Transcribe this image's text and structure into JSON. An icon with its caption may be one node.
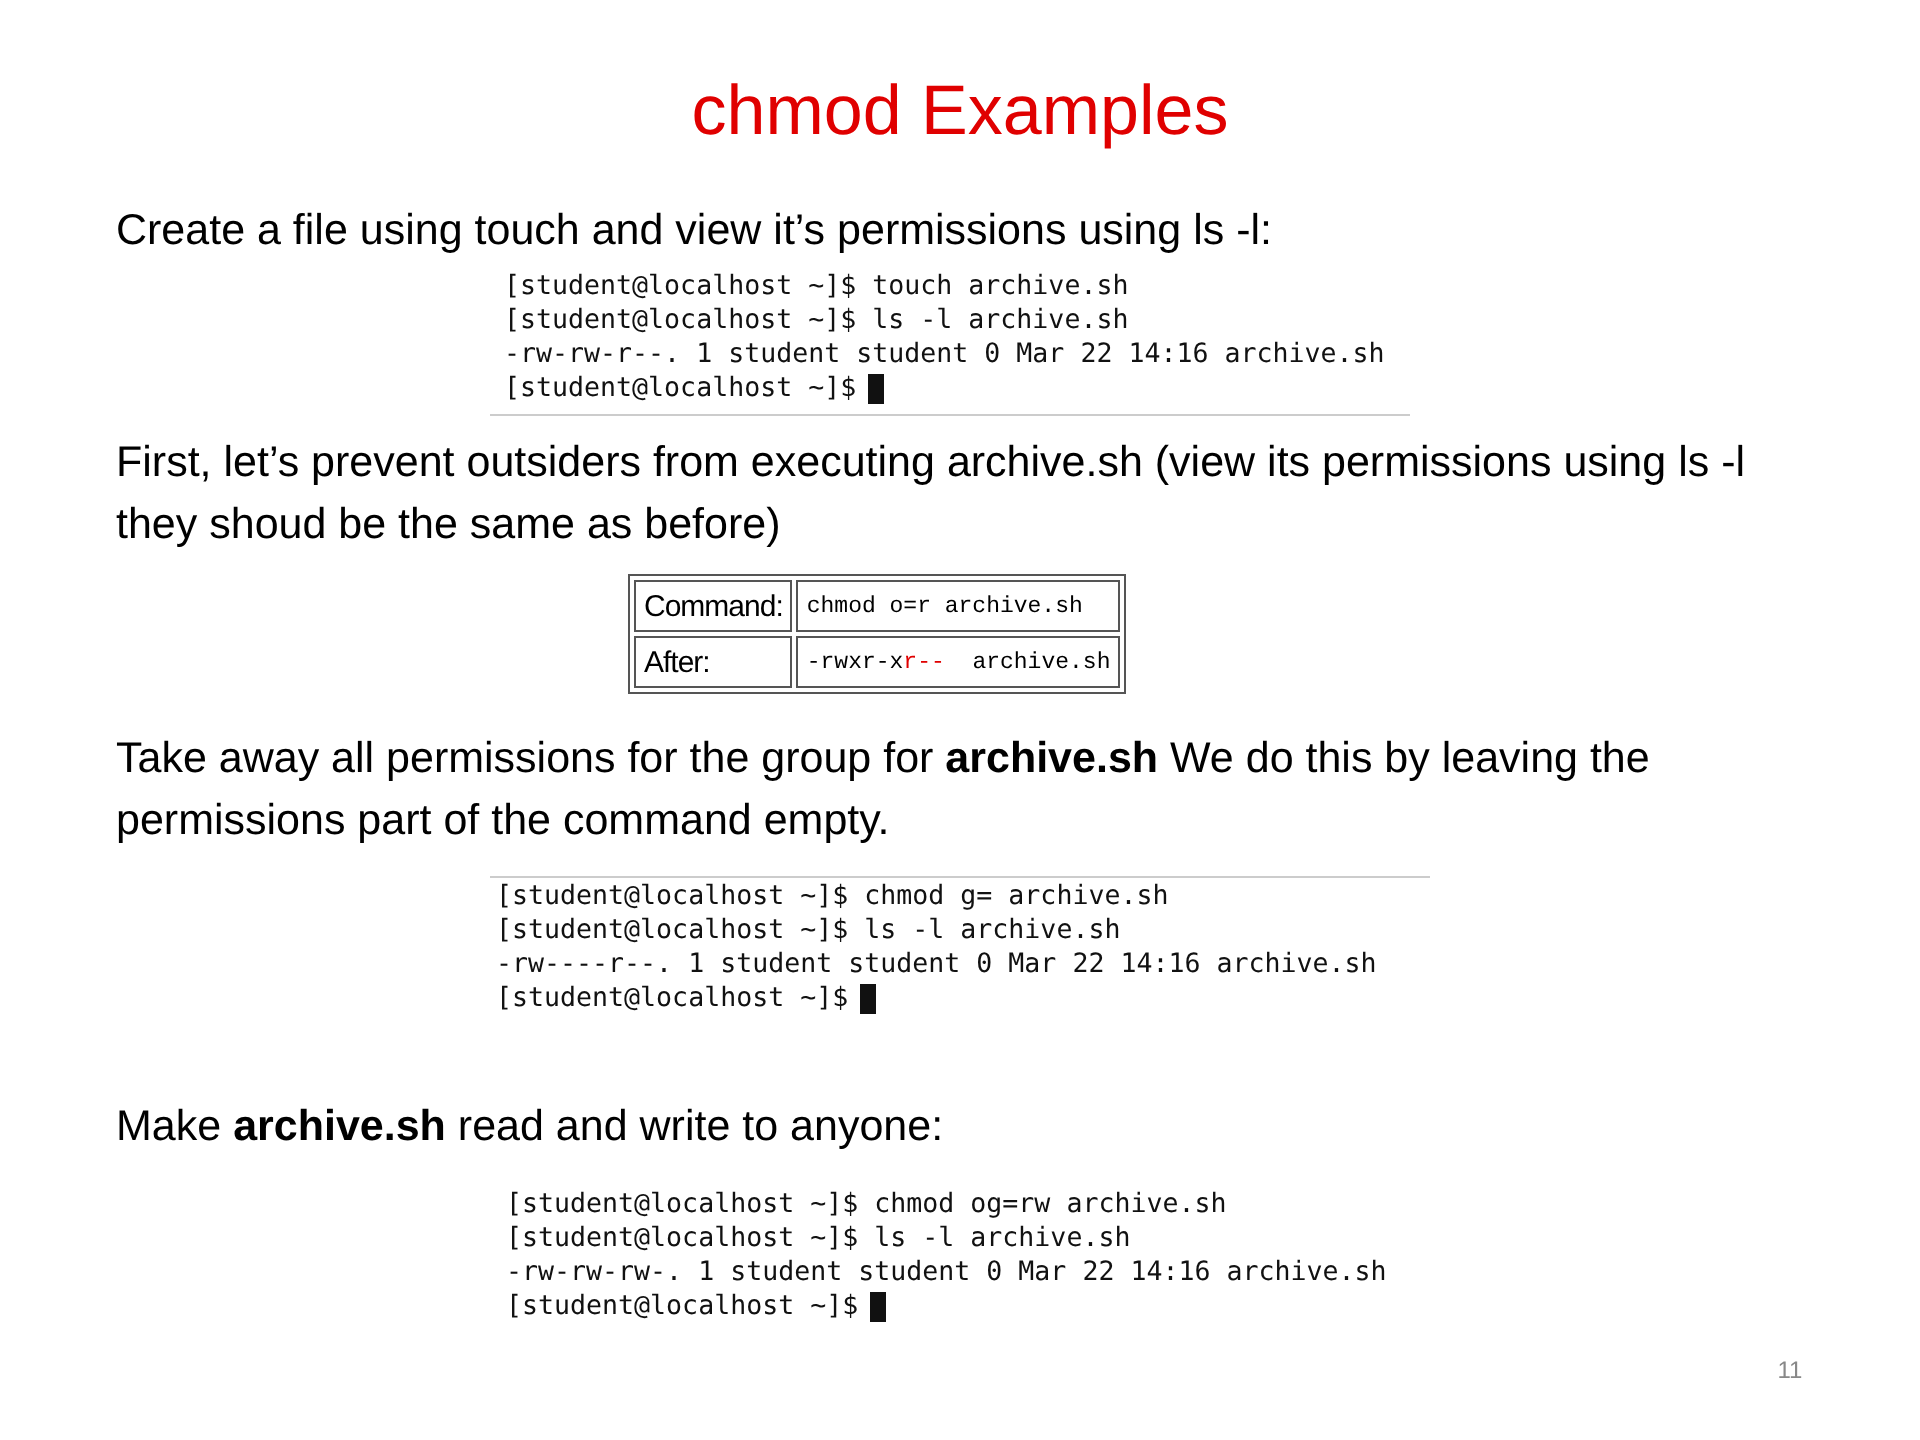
{
  "diagram": {
    "title": "chmod Examples",
    "labels": [
      "Create a file using touch and view it’s permissions using ls -l:",
      "[student@localhost ~]$ touch archive.sh",
      "[student@localhost ~]$ ls -l archive.sh",
      "-rw-rw-r--. 1 student student 0 Mar 22 14:16 archive.sh",
      "[student@localhost ~]$",
      "First, let’s prevent outsiders from executing archive.sh (view its permissions using ls -l they shoud be the same as before)",
      "Command:",
      "chmod o=r archive.sh",
      "After:",
      "-rwxr-xr--",
      "archive.sh",
      "Take away all permissions for the group for **archive.sh** We do this by leaving the permissions part of the command empty.",
      "[student@localhost ~]$ chmod g= archive.sh",
      "[student@localhost ~]$ ls -l archive.sh",
      "-rw----r--. 1 student student 0 Mar 22 14:16 archive.sh",
      "[student@localhost ~]$",
      "Make **archive.sh** read and write to anyone:",
      "[student@localhost ~]$ chmod og=rw archive.sh",
      "[student@localhost ~]$ ls -l archive.sh",
      "-rw-rw-rw-. 1 student student 0 Mar 22 14:16 archive.sh",
      "[student@localhost ~]$",
      "11"
    ]
  }
}
